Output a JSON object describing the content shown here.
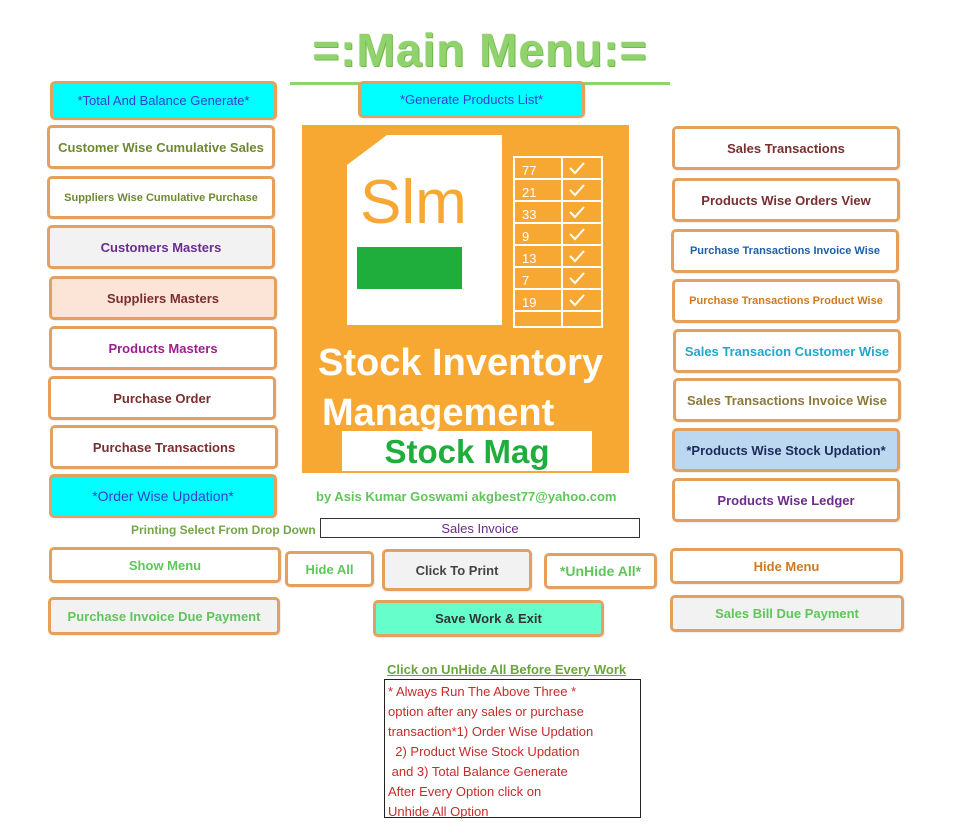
{
  "title": "=:Main Menu:=",
  "buttons": {
    "total_balance": "*Total And Balance Generate*",
    "generate_products": "*Generate Products List*",
    "customer_cumulative": "Customer Wise Cumulative Sales",
    "suppliers_cumulative": "Suppliers Wise Cumulative Purchase",
    "customers_masters": "Customers  Masters",
    "suppliers_masters": "Suppliers Masters",
    "products_masters": "Products Masters",
    "purchase_order": "Purchase Order",
    "purchase_transactions": "Purchase Transactions",
    "order_wise_updation": "*Order Wise Updation*",
    "sales_transactions": "Sales Transactions",
    "products_orders_view": "Products Wise Orders View",
    "purchase_invoice_wise": "Purchase  Transactions  Invoice  Wise",
    "purchase_product_wise": "Purchase  Transactions  Product  Wise",
    "sales_customer_wise": "Sales Transacion  Customer  Wise",
    "sales_invoice_wise": "Sales Transactions  Invoice Wise",
    "products_stock_updation": "*Products Wise Stock Updation*",
    "products_ledger": "Products Wise Ledger",
    "show_menu": "Show Menu",
    "hide_all": "Hide All",
    "click_to_print": "Click To Print",
    "unhide_all": "*UnHide All*",
    "hide_menu": "Hide Menu",
    "purchase_invoice_due": "Purchase Invoice Due Payment",
    "save_exit": "Save Work & Exit",
    "sales_bill_due": "Sales Bill Due Payment"
  },
  "logo": {
    "short": "Slm",
    "line1": "Stock Inventory",
    "line2": "Management",
    "line3": "Stock Mag",
    "table_values": [
      "77",
      "21",
      "33",
      "9",
      "13",
      "7",
      "19"
    ]
  },
  "author": "by Asis Kumar Goswami akgbest77@yahoo.com",
  "print_label": "Printing Select From Drop Down",
  "print_selected": "Sales Invoice",
  "note_heading": "Click on UnHide All Before Every Work",
  "note_lines": [
    "* Always Run The Above Three *",
    "option after any sales or purchase",
    "transaction*1) Order Wise Updation",
    "  2) Product Wise Stock Updation",
    " and 3) Total Balance Generate",
    "After Every Option click on",
    "Unhide All Option"
  ],
  "colors": {
    "button_border": "#e3a05f",
    "title_green": "#8fd36a",
    "cyan": "#00ffff",
    "logo_orange": "#f7a833"
  }
}
